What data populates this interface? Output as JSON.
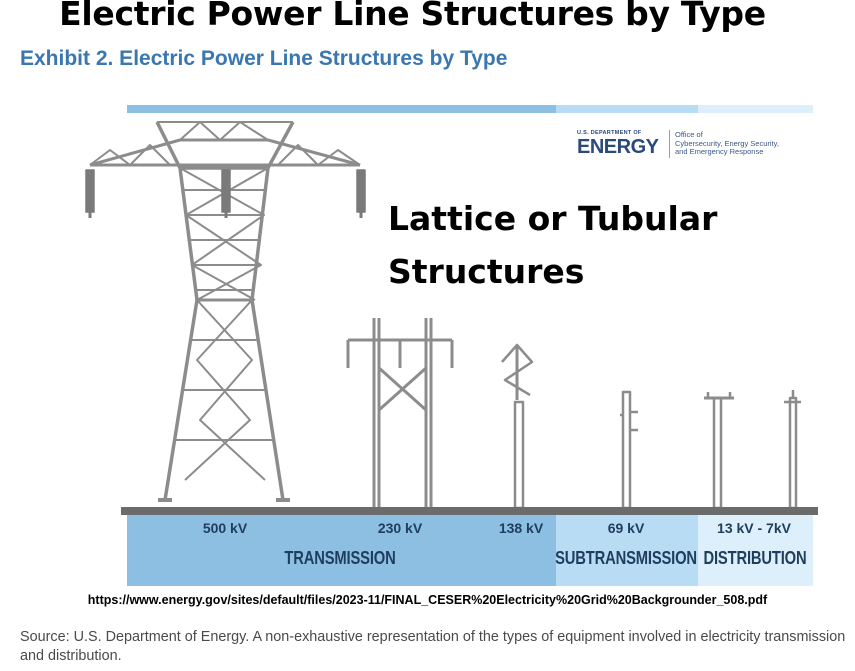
{
  "main_title": "Electric Power Line Structures by Type",
  "exhibit_title": "Exhibit 2. Electric Power Line Structures by Type",
  "logo": {
    "dept_small": "U.S. DEPARTMENT OF",
    "dept_big": "ENERGY",
    "office_lines": [
      "Office of",
      "Cybersecurity, Energy Security,",
      "and Emergency Response"
    ]
  },
  "callout_lines": [
    "Lattice or Tubular",
    "Structures"
  ],
  "voltages": [
    "500 kV",
    "230 kV",
    "138 kV",
    "69 kV",
    "13 kV - 7kV"
  ],
  "categories": [
    "TRANSMISSION",
    "SUBTRANSMISSION",
    "DISTRIBUTION"
  ],
  "colors": {
    "transmission": "#8dbfe3",
    "subtransmission": "#b8dcf3",
    "distribution": "#ddeffa",
    "tower": "#8c8c8c",
    "ground": "#6b6b6b",
    "heading_blue": "#3a77b0"
  },
  "url": "https://www.energy.gov/sites/default/files/2023-11/FINAL_CESER%20Electricity%20Grid%20Backgrounder_508.pdf",
  "source": "Source: U.S. Department of Energy. A non-exhaustive representation of the types of equipment involved in electricity transmission and distribution."
}
